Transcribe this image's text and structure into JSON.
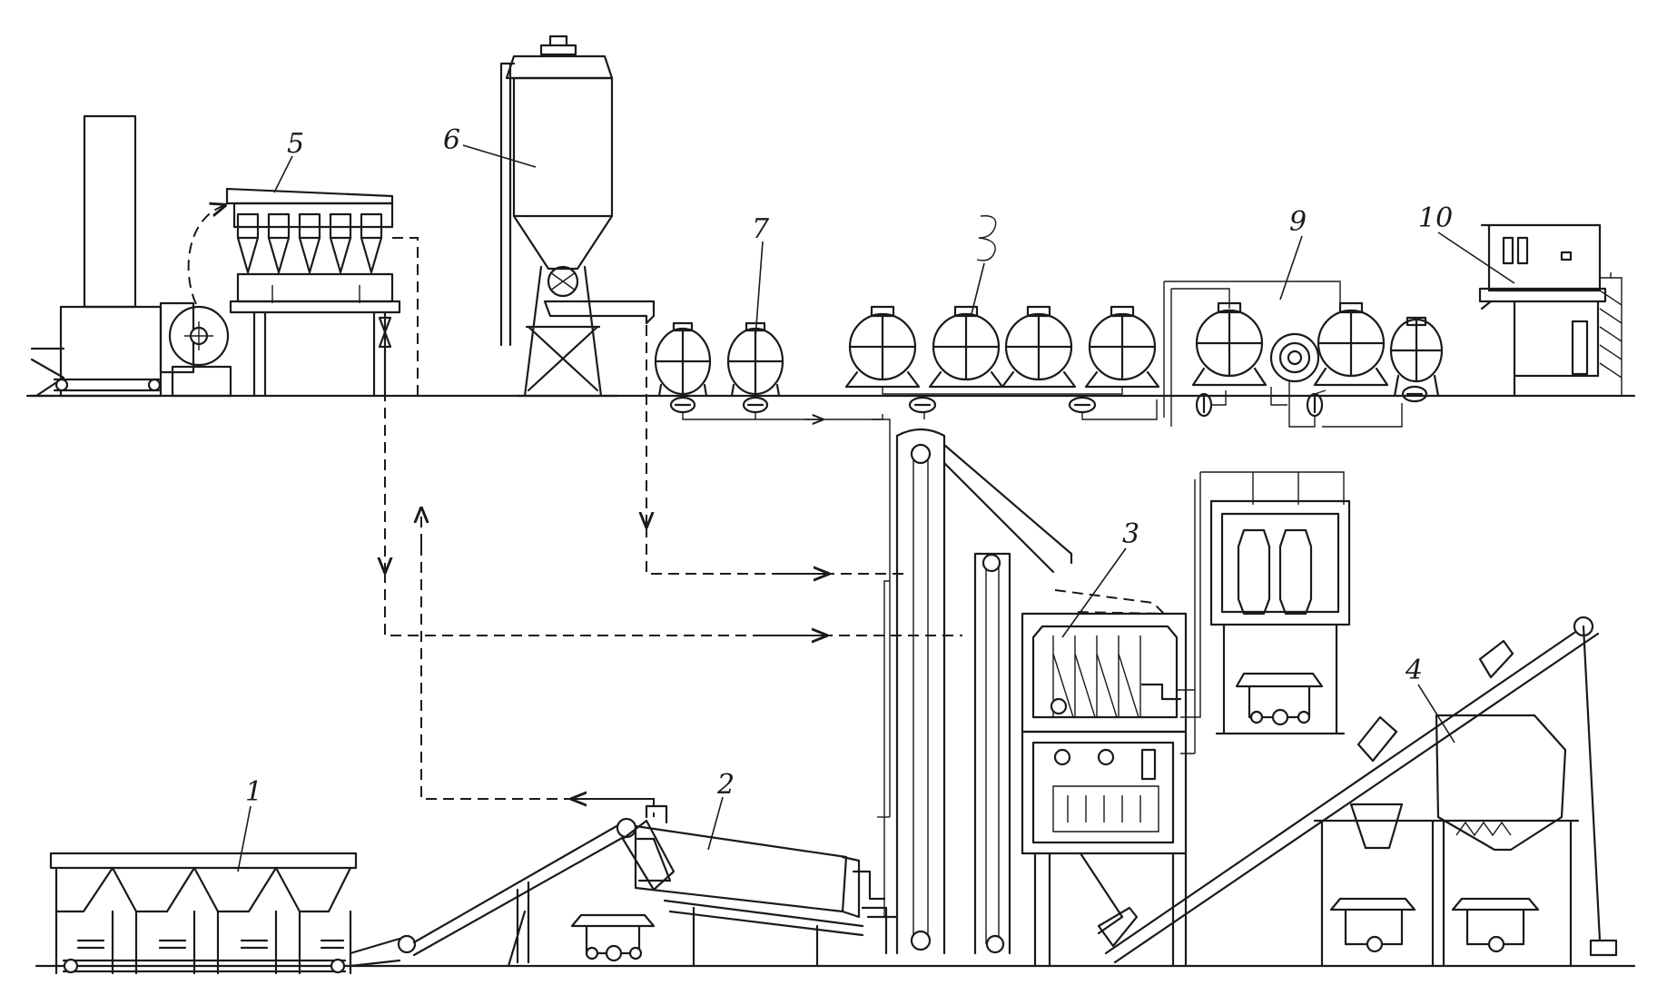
{
  "callouts": [
    {
      "id": "1",
      "text": "1"
    },
    {
      "id": "2",
      "text": "2"
    },
    {
      "id": "3a",
      "text": "3"
    },
    {
      "id": "3b",
      "text": "3"
    },
    {
      "id": "4",
      "text": "4"
    },
    {
      "id": "5",
      "text": "5"
    },
    {
      "id": "6",
      "text": "6"
    },
    {
      "id": "7",
      "text": "7"
    },
    {
      "id": "9",
      "text": "9"
    },
    {
      "id": "10",
      "text": "10"
    }
  ]
}
